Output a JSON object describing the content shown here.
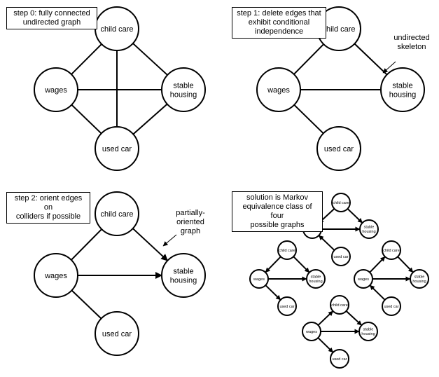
{
  "panels": {
    "step0": {
      "caption_line1": "step 0: fully connected",
      "caption_line2": "undirected graph"
    },
    "step1": {
      "caption_line1": "step 1: delete edges that",
      "caption_line2": "exhibit conditional",
      "caption_line3": "independence",
      "annotation_line1": "undirected",
      "annotation_line2": "skeleton"
    },
    "step2": {
      "caption_line1": "step 2: orient edges on",
      "caption_line2": "colliders if possible",
      "annotation_line1": "partially-",
      "annotation_line2": "oriented",
      "annotation_line3": "graph"
    },
    "solution": {
      "caption_line1": "solution is Markov",
      "caption_line2": "equivalence class of four",
      "caption_line3": "possible graphs"
    }
  },
  "nodes": {
    "child_care": "child care",
    "wages": "wages",
    "stable_housing_line1": "stable",
    "stable_housing_line2": "housing",
    "used_car": "used car"
  }
}
